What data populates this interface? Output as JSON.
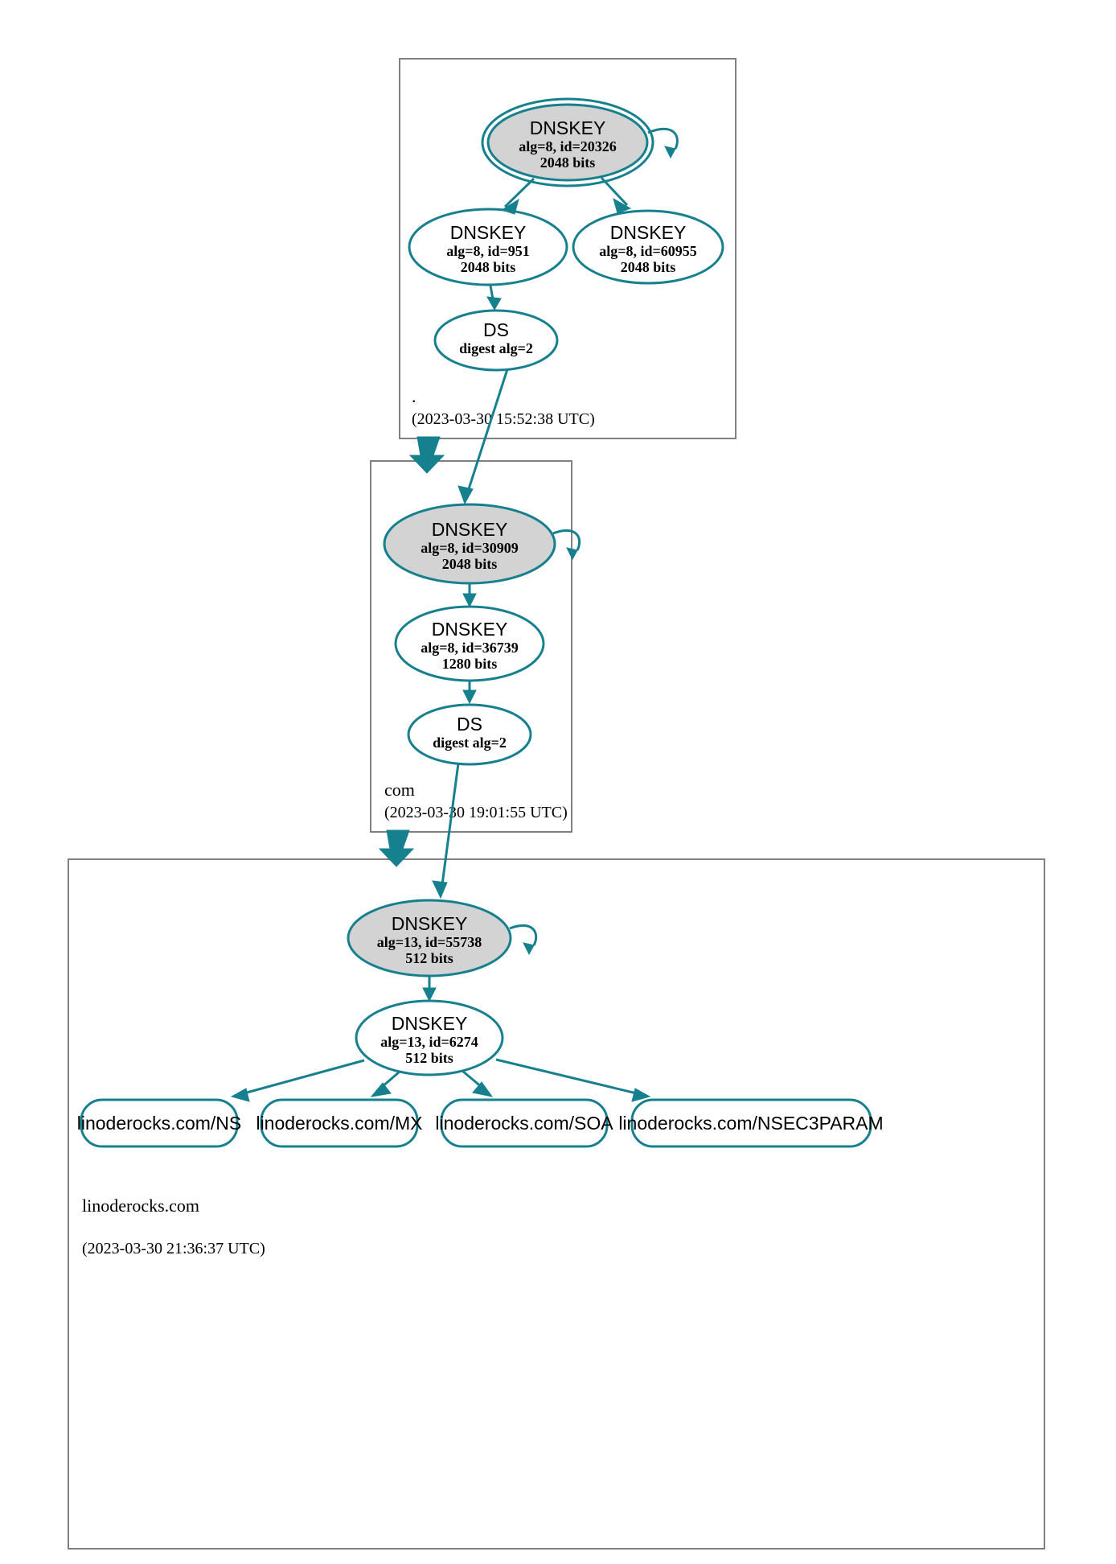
{
  "diagram": {
    "type": "dnssec-chain-of-trust",
    "colors": {
      "edge": "#17808f",
      "node_stroke": "#17808f",
      "secure_fill": "#d3d3d3",
      "cluster_stroke": "#808080",
      "background": "#ffffff",
      "text": "#000000"
    }
  },
  "zones": [
    {
      "id": "root",
      "name": ".",
      "timestamp": "(2023-03-30 15:52:38 UTC)",
      "nodes": [
        {
          "id": "root-ksk",
          "kind": "DNSKEY",
          "title": "DNSKEY",
          "line2": "alg=8, id=20326",
          "line3": "2048 bits",
          "trust_anchor": true,
          "secure": true,
          "self_signed": true
        },
        {
          "id": "root-zsk-951",
          "kind": "DNSKEY",
          "title": "DNSKEY",
          "line2": "alg=8, id=951",
          "line3": "2048 bits",
          "trust_anchor": false,
          "secure": false,
          "self_signed": false
        },
        {
          "id": "root-zsk-60955",
          "kind": "DNSKEY",
          "title": "DNSKEY",
          "line2": "alg=8, id=60955",
          "line3": "2048 bits",
          "trust_anchor": false,
          "secure": false,
          "self_signed": false
        },
        {
          "id": "root-ds",
          "kind": "DS",
          "title": "DS",
          "line2": "digest alg=2",
          "line3": "",
          "trust_anchor": false,
          "secure": false,
          "self_signed": false
        }
      ]
    },
    {
      "id": "com",
      "name": "com",
      "timestamp": "(2023-03-30 19:01:55 UTC)",
      "nodes": [
        {
          "id": "com-ksk",
          "kind": "DNSKEY",
          "title": "DNSKEY",
          "line2": "alg=8, id=30909",
          "line3": "2048 bits",
          "trust_anchor": false,
          "secure": true,
          "self_signed": true
        },
        {
          "id": "com-zsk",
          "kind": "DNSKEY",
          "title": "DNSKEY",
          "line2": "alg=8, id=36739",
          "line3": "1280 bits",
          "trust_anchor": false,
          "secure": false,
          "self_signed": false
        },
        {
          "id": "com-ds",
          "kind": "DS",
          "title": "DS",
          "line2": "digest alg=2",
          "line3": "",
          "trust_anchor": false,
          "secure": false,
          "self_signed": false
        }
      ]
    },
    {
      "id": "linoderocks",
      "name": "linoderocks.com",
      "timestamp": "(2023-03-30 21:36:37 UTC)",
      "nodes": [
        {
          "id": "lr-ksk",
          "kind": "DNSKEY",
          "title": "DNSKEY",
          "line2": "alg=13, id=55738",
          "line3": "512 bits",
          "trust_anchor": false,
          "secure": true,
          "self_signed": true
        },
        {
          "id": "lr-zsk",
          "kind": "DNSKEY",
          "title": "DNSKEY",
          "line2": "alg=13, id=6274",
          "line3": "512 bits",
          "trust_anchor": false,
          "secure": false,
          "self_signed": false
        }
      ],
      "rrsets": [
        {
          "id": "rr-ns",
          "label": "linoderocks.com/NS"
        },
        {
          "id": "rr-mx",
          "label": "linoderocks.com/MX"
        },
        {
          "id": "rr-soa",
          "label": "linoderocks.com/SOA"
        },
        {
          "id": "rr-nsec3param",
          "label": "linoderocks.com/NSEC3PARAM"
        }
      ]
    }
  ],
  "edges": [
    {
      "from": "root-ksk",
      "to": "root-ksk",
      "kind": "self-sign"
    },
    {
      "from": "root-ksk",
      "to": "root-zsk-951",
      "kind": "sign"
    },
    {
      "from": "root-ksk",
      "to": "root-zsk-60955",
      "kind": "sign"
    },
    {
      "from": "root-zsk-951",
      "to": "root-ds",
      "kind": "sign"
    },
    {
      "from": "root-ds",
      "to": "com-ksk",
      "kind": "ds-to-key"
    },
    {
      "from": "root",
      "to": "com",
      "kind": "delegation"
    },
    {
      "from": "com-ksk",
      "to": "com-ksk",
      "kind": "self-sign"
    },
    {
      "from": "com-ksk",
      "to": "com-zsk",
      "kind": "sign"
    },
    {
      "from": "com-zsk",
      "to": "com-ds",
      "kind": "sign"
    },
    {
      "from": "com-ds",
      "to": "lr-ksk",
      "kind": "ds-to-key"
    },
    {
      "from": "com",
      "to": "linoderocks",
      "kind": "delegation"
    },
    {
      "from": "lr-ksk",
      "to": "lr-ksk",
      "kind": "self-sign"
    },
    {
      "from": "lr-ksk",
      "to": "lr-zsk",
      "kind": "sign"
    },
    {
      "from": "lr-zsk",
      "to": "rr-ns",
      "kind": "sign"
    },
    {
      "from": "lr-zsk",
      "to": "rr-mx",
      "kind": "sign"
    },
    {
      "from": "lr-zsk",
      "to": "rr-soa",
      "kind": "sign"
    },
    {
      "from": "lr-zsk",
      "to": "rr-nsec3param",
      "kind": "sign"
    }
  ]
}
